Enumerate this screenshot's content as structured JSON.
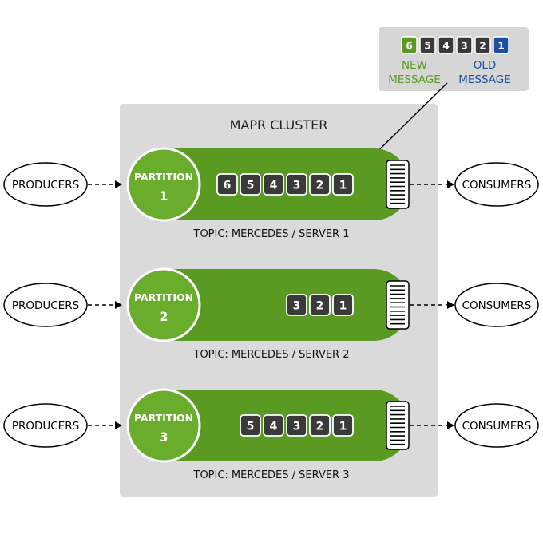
{
  "cluster": {
    "title": "MAPR CLUSTER"
  },
  "legend": {
    "boxes": [
      "6",
      "5",
      "4",
      "3",
      "2",
      "1"
    ],
    "new_line1": "NEW",
    "new_line2": "MESSAGE",
    "old_line1": "OLD",
    "old_line2": "MESSAGE"
  },
  "rows": [
    {
      "producer": "PRODUCERS",
      "consumer": "CONSUMERS",
      "partition_label": "PARTITION",
      "partition_number": "1",
      "messages": [
        "6",
        "5",
        "4",
        "3",
        "2",
        "1"
      ],
      "topic": "TOPIC: MERCEDES /  SERVER 1"
    },
    {
      "producer": "PRODUCERS",
      "consumer": "CONSUMERS",
      "partition_label": "PARTITION",
      "partition_number": "2",
      "messages": [
        "3",
        "2",
        "1"
      ],
      "topic": "TOPIC: MERCEDES /  SERVER 2"
    },
    {
      "producer": "PRODUCERS",
      "consumer": "CONSUMERS",
      "partition_label": "PARTITION",
      "partition_number": "3",
      "messages": [
        "5",
        "4",
        "3",
        "2",
        "1"
      ],
      "topic": "TOPIC: MERCEDES /  SERVER 3"
    }
  ],
  "colors": {
    "green": "#5a9a23",
    "green_light": "#6aac2c",
    "dark_box": "#3a3a3a",
    "new_green": "#5a9a23",
    "old_blue": "#1f4fa0",
    "cluster_bg": "#dadada",
    "legend_bg": "#d6d6d6"
  }
}
